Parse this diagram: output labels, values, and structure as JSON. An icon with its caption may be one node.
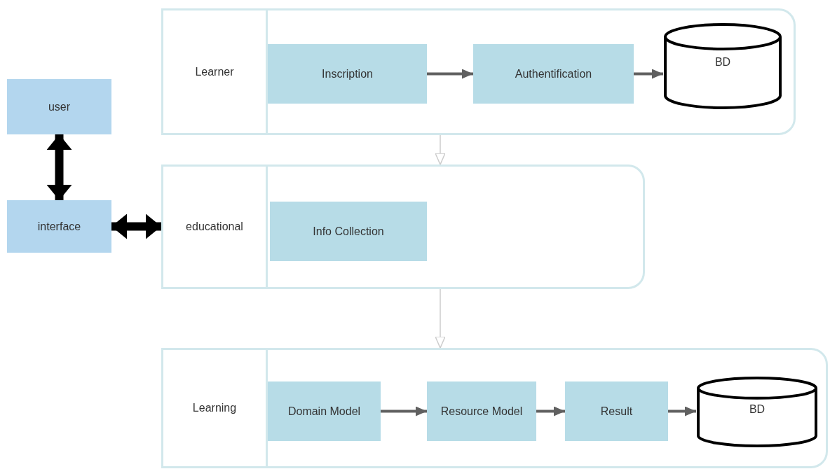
{
  "diagram": {
    "nodes": [
      {
        "text": [
          "user"
        ]
      },
      {
        "text": [
          "interface"
        ]
      },
      {
        "text": [
          "Learner"
        ]
      },
      {
        "text": [
          "Inscription"
        ],
        "in": 2
      },
      {
        "text": [
          "Authentification"
        ],
        "in": 2
      },
      {
        "text": [
          "BD"
        ],
        "in": 2
      },
      {
        "text": [
          "educational"
        ]
      },
      {
        "text": [
          "Info Collection"
        ],
        "in": 6
      },
      {
        "text": [
          "Learning"
        ]
      },
      {
        "text": [
          "Domain Model"
        ],
        "in": 8
      },
      {
        "text": [
          "Resource Model"
        ],
        "in": 8
      },
      {
        "text": [
          "Result"
        ],
        "in": 8
      },
      {
        "text": [
          "BD"
        ],
        "in": 8
      }
    ],
    "edges": [
      {
        "from": 0,
        "to": 1,
        "arrow": "both",
        "style": "thick",
        "color": "#000000"
      },
      {
        "from": 1,
        "to": 6,
        "arrow": "both",
        "style": "thick",
        "color": "#000000"
      },
      {
        "from": 3,
        "to": 4,
        "arrow": "to"
      },
      {
        "from": 4,
        "to": 5,
        "arrow": "to"
      },
      {
        "from": 2,
        "to": 6,
        "arrow": "to",
        "color": "#cccccc"
      },
      {
        "from": 6,
        "to": 8,
        "arrow": "to",
        "color": "#cccccc"
      },
      {
        "from": 9,
        "to": 10,
        "arrow": "to"
      },
      {
        "from": 10,
        "to": 11,
        "arrow": "to"
      },
      {
        "from": 11,
        "to": 12,
        "arrow": "to"
      }
    ]
  }
}
